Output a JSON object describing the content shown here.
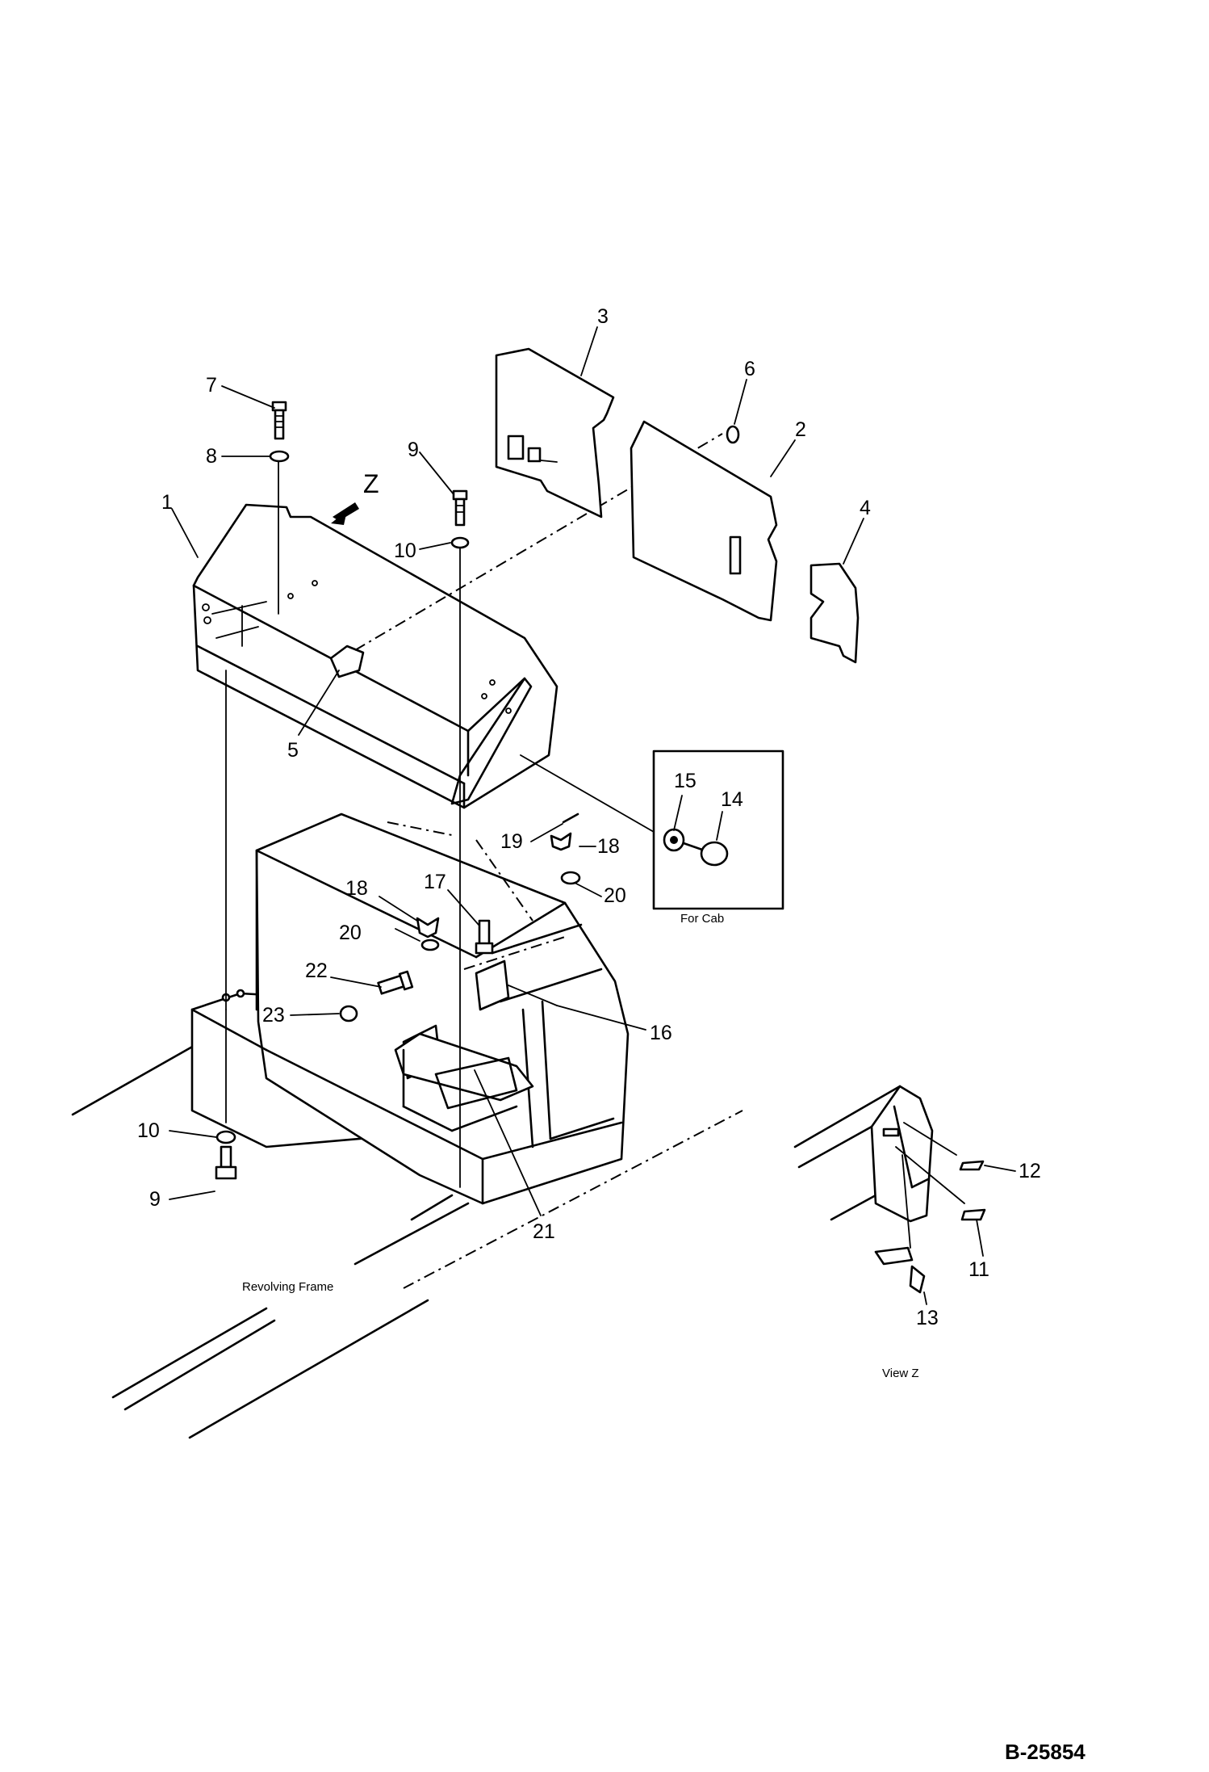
{
  "diagram": {
    "figure_code": "B-25854",
    "view_marker": "Z",
    "captions": {
      "inset": "For Cab",
      "frame": "Revolving Frame",
      "view": "View Z"
    },
    "callouts": {
      "c1": "1",
      "c2": "2",
      "c3": "3",
      "c4": "4",
      "c5": "5",
      "c6": "6",
      "c7": "7",
      "c8": "8",
      "c9_top": "9",
      "c9_bottom": "9",
      "c10_top": "10",
      "c10_bottom": "10",
      "c11": "11",
      "c12": "12",
      "c13": "13",
      "c14": "14",
      "c15": "15",
      "c16": "16",
      "c17": "17",
      "c18_left": "18",
      "c18_right": "18",
      "c19": "19",
      "c20_left": "20",
      "c20_right": "20",
      "c21": "21",
      "c22": "22",
      "c23": "23"
    }
  }
}
